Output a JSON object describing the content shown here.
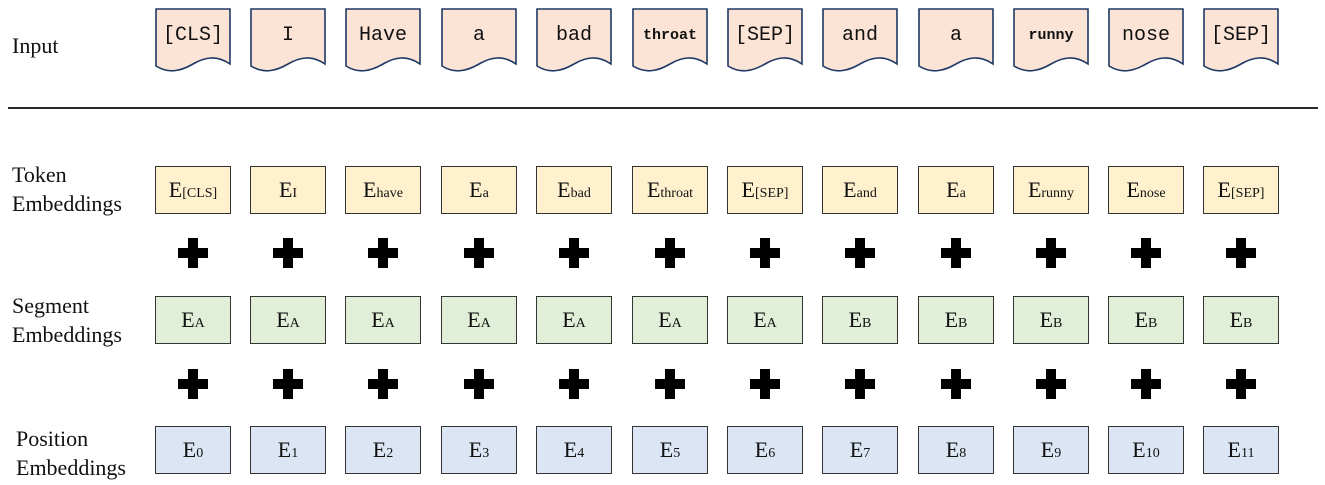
{
  "labels": {
    "input": "Input",
    "token": [
      "Token",
      "Embeddings"
    ],
    "segment": [
      "Segment",
      "Embeddings"
    ],
    "position": [
      "Position",
      "Embeddings"
    ]
  },
  "input_tokens": [
    "[CLS]",
    "I",
    "Have",
    "a",
    "bad",
    "throat",
    "[SEP]",
    "and",
    "a",
    "runny",
    "nose",
    "[SEP]"
  ],
  "token_embeddings": [
    {
      "base": "E",
      "sub": "[CLS]"
    },
    {
      "base": "E",
      "sub": "I"
    },
    {
      "base": "E",
      "sub": "have"
    },
    {
      "base": "E",
      "sub": "a"
    },
    {
      "base": "E",
      "sub": "bad"
    },
    {
      "base": "E",
      "sub": "throat"
    },
    {
      "base": "E",
      "sub": "[SEP]"
    },
    {
      "base": "E",
      "sub": "and"
    },
    {
      "base": "E",
      "sub": "a"
    },
    {
      "base": "E",
      "sub": "runny"
    },
    {
      "base": "E",
      "sub": "nose"
    },
    {
      "base": "E",
      "sub": "[SEP]"
    }
  ],
  "segment_embeddings": [
    {
      "base": "E",
      "sub": "A"
    },
    {
      "base": "E",
      "sub": "A"
    },
    {
      "base": "E",
      "sub": "A"
    },
    {
      "base": "E",
      "sub": "A"
    },
    {
      "base": "E",
      "sub": "A"
    },
    {
      "base": "E",
      "sub": "A"
    },
    {
      "base": "E",
      "sub": "A"
    },
    {
      "base": "E",
      "sub": "B"
    },
    {
      "base": "E",
      "sub": "B"
    },
    {
      "base": "E",
      "sub": "B"
    },
    {
      "base": "E",
      "sub": "B"
    },
    {
      "base": "E",
      "sub": "B"
    }
  ],
  "position_embeddings": [
    {
      "base": "E",
      "sub": "0"
    },
    {
      "base": "E",
      "sub": "1"
    },
    {
      "base": "E",
      "sub": "2"
    },
    {
      "base": "E",
      "sub": "3"
    },
    {
      "base": "E",
      "sub": "4"
    },
    {
      "base": "E",
      "sub": "5"
    },
    {
      "base": "E",
      "sub": "6"
    },
    {
      "base": "E",
      "sub": "7"
    },
    {
      "base": "E",
      "sub": "8"
    },
    {
      "base": "E",
      "sub": "9"
    },
    {
      "base": "E",
      "sub": "10"
    },
    {
      "base": "E",
      "sub": "11"
    }
  ],
  "colors": {
    "input_fill": "#fbe3d6",
    "input_stroke": "#1f3864",
    "token_fill": "#fff1cd",
    "segment_fill": "#e1efd9",
    "position_fill": "#dbe5f3"
  }
}
